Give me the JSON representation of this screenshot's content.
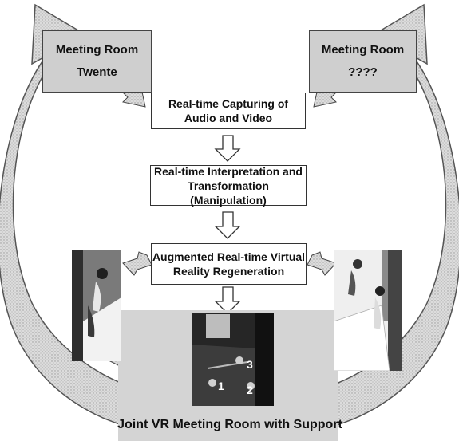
{
  "rooms": {
    "left": {
      "line1": "Meeting Room",
      "line2": "Twente"
    },
    "right": {
      "line1": "Meeting Room",
      "line2": "????"
    }
  },
  "steps": [
    {
      "line1": "Real-time Capturing of",
      "line2": "Audio and Video"
    },
    {
      "line1": "Real-time Interpretation and",
      "line2": "Transformation (Manipulation)"
    },
    {
      "line1": "Augmented Real-time Virtual",
      "line2": "Reality  Regeneration"
    }
  ],
  "joint_room": {
    "label": "Joint VR Meeting Room with Support"
  },
  "photo_markers": [
    "1",
    "2",
    "3"
  ],
  "colors": {
    "arrow_fill": "#d9d9d9",
    "arrow_stroke": "#555555",
    "room_fill": "#cfcfcf"
  }
}
